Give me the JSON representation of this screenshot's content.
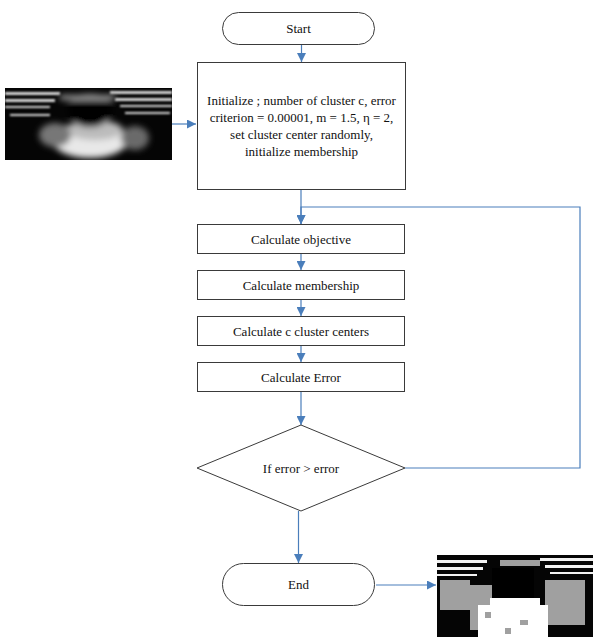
{
  "diagram": {
    "nodes": [
      {
        "text": [
          "Start"
        ]
      },
      {
        "text": [
          "Initialize ; number of cluster c, error criterion = 0.00001, m = 1.5, η = 2, set cluster center randomly, initialize membership"
        ]
      },
      {
        "text": [
          "Calculate objective"
        ]
      },
      {
        "text": [
          "Calculate membership"
        ]
      },
      {
        "text": [
          "Calculate c cluster centers"
        ]
      },
      {
        "text": [
          "Calculate Error"
        ]
      },
      {
        "text": [
          "If error > error"
        ]
      },
      {
        "text": [
          "End"
        ]
      }
    ],
    "edges": [
      {
        "from": 0,
        "to": 1,
        "arrow": "to"
      },
      {
        "from": 1,
        "to": 2,
        "arrow": "to"
      },
      {
        "from": 2,
        "to": 3,
        "arrow": "to"
      },
      {
        "from": 3,
        "to": 4,
        "arrow": "to"
      },
      {
        "from": 4,
        "to": 5,
        "arrow": "to"
      },
      {
        "from": 5,
        "to": 6,
        "arrow": "to"
      },
      {
        "from": 6,
        "to": 7,
        "arrow": "to"
      },
      {
        "from": 6,
        "to": 2,
        "arrow": "to"
      }
    ]
  }
}
